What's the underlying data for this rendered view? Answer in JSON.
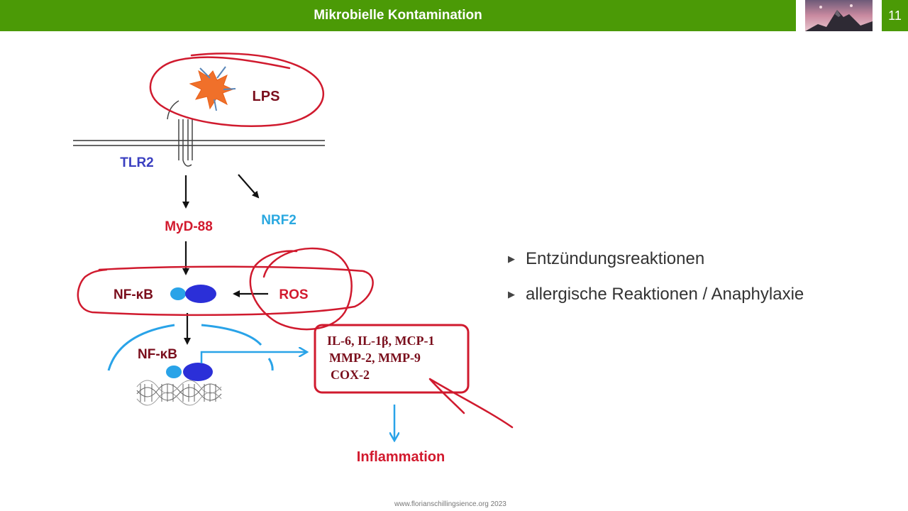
{
  "header": {
    "title": "Mikrobielle Kontamination",
    "page_number": "11"
  },
  "diagram": {
    "lps": "LPS",
    "tlr2": "TLR2",
    "myd88": "MyD-88",
    "nrf2": "NRF2",
    "nfkb_cytoplasm": "NF-κB",
    "ros": "ROS",
    "nfkb_nucleus": "NF-κB",
    "cytokines": [
      "IL-6, IL-1β, MCP-1",
      "MMP-2, MMP-9",
      "COX-2"
    ],
    "inflammation": "Inflammation"
  },
  "bullets": [
    "Entzündungsreaktionen",
    "allergische Reaktionen / Anaphylaxie"
  ],
  "footer": "www.florianschillingsience.org 2023",
  "colors": {
    "header_green": "#4b9a06",
    "annotation_red": "#d01a2e",
    "label_dark_red": "#7a0e1c",
    "tlr2_blue": "#3a3fc0",
    "nrf2_cyan": "#2aa8e0",
    "protein_dark_blue": "#2b2fd8",
    "protein_light_blue": "#29a3e8"
  }
}
